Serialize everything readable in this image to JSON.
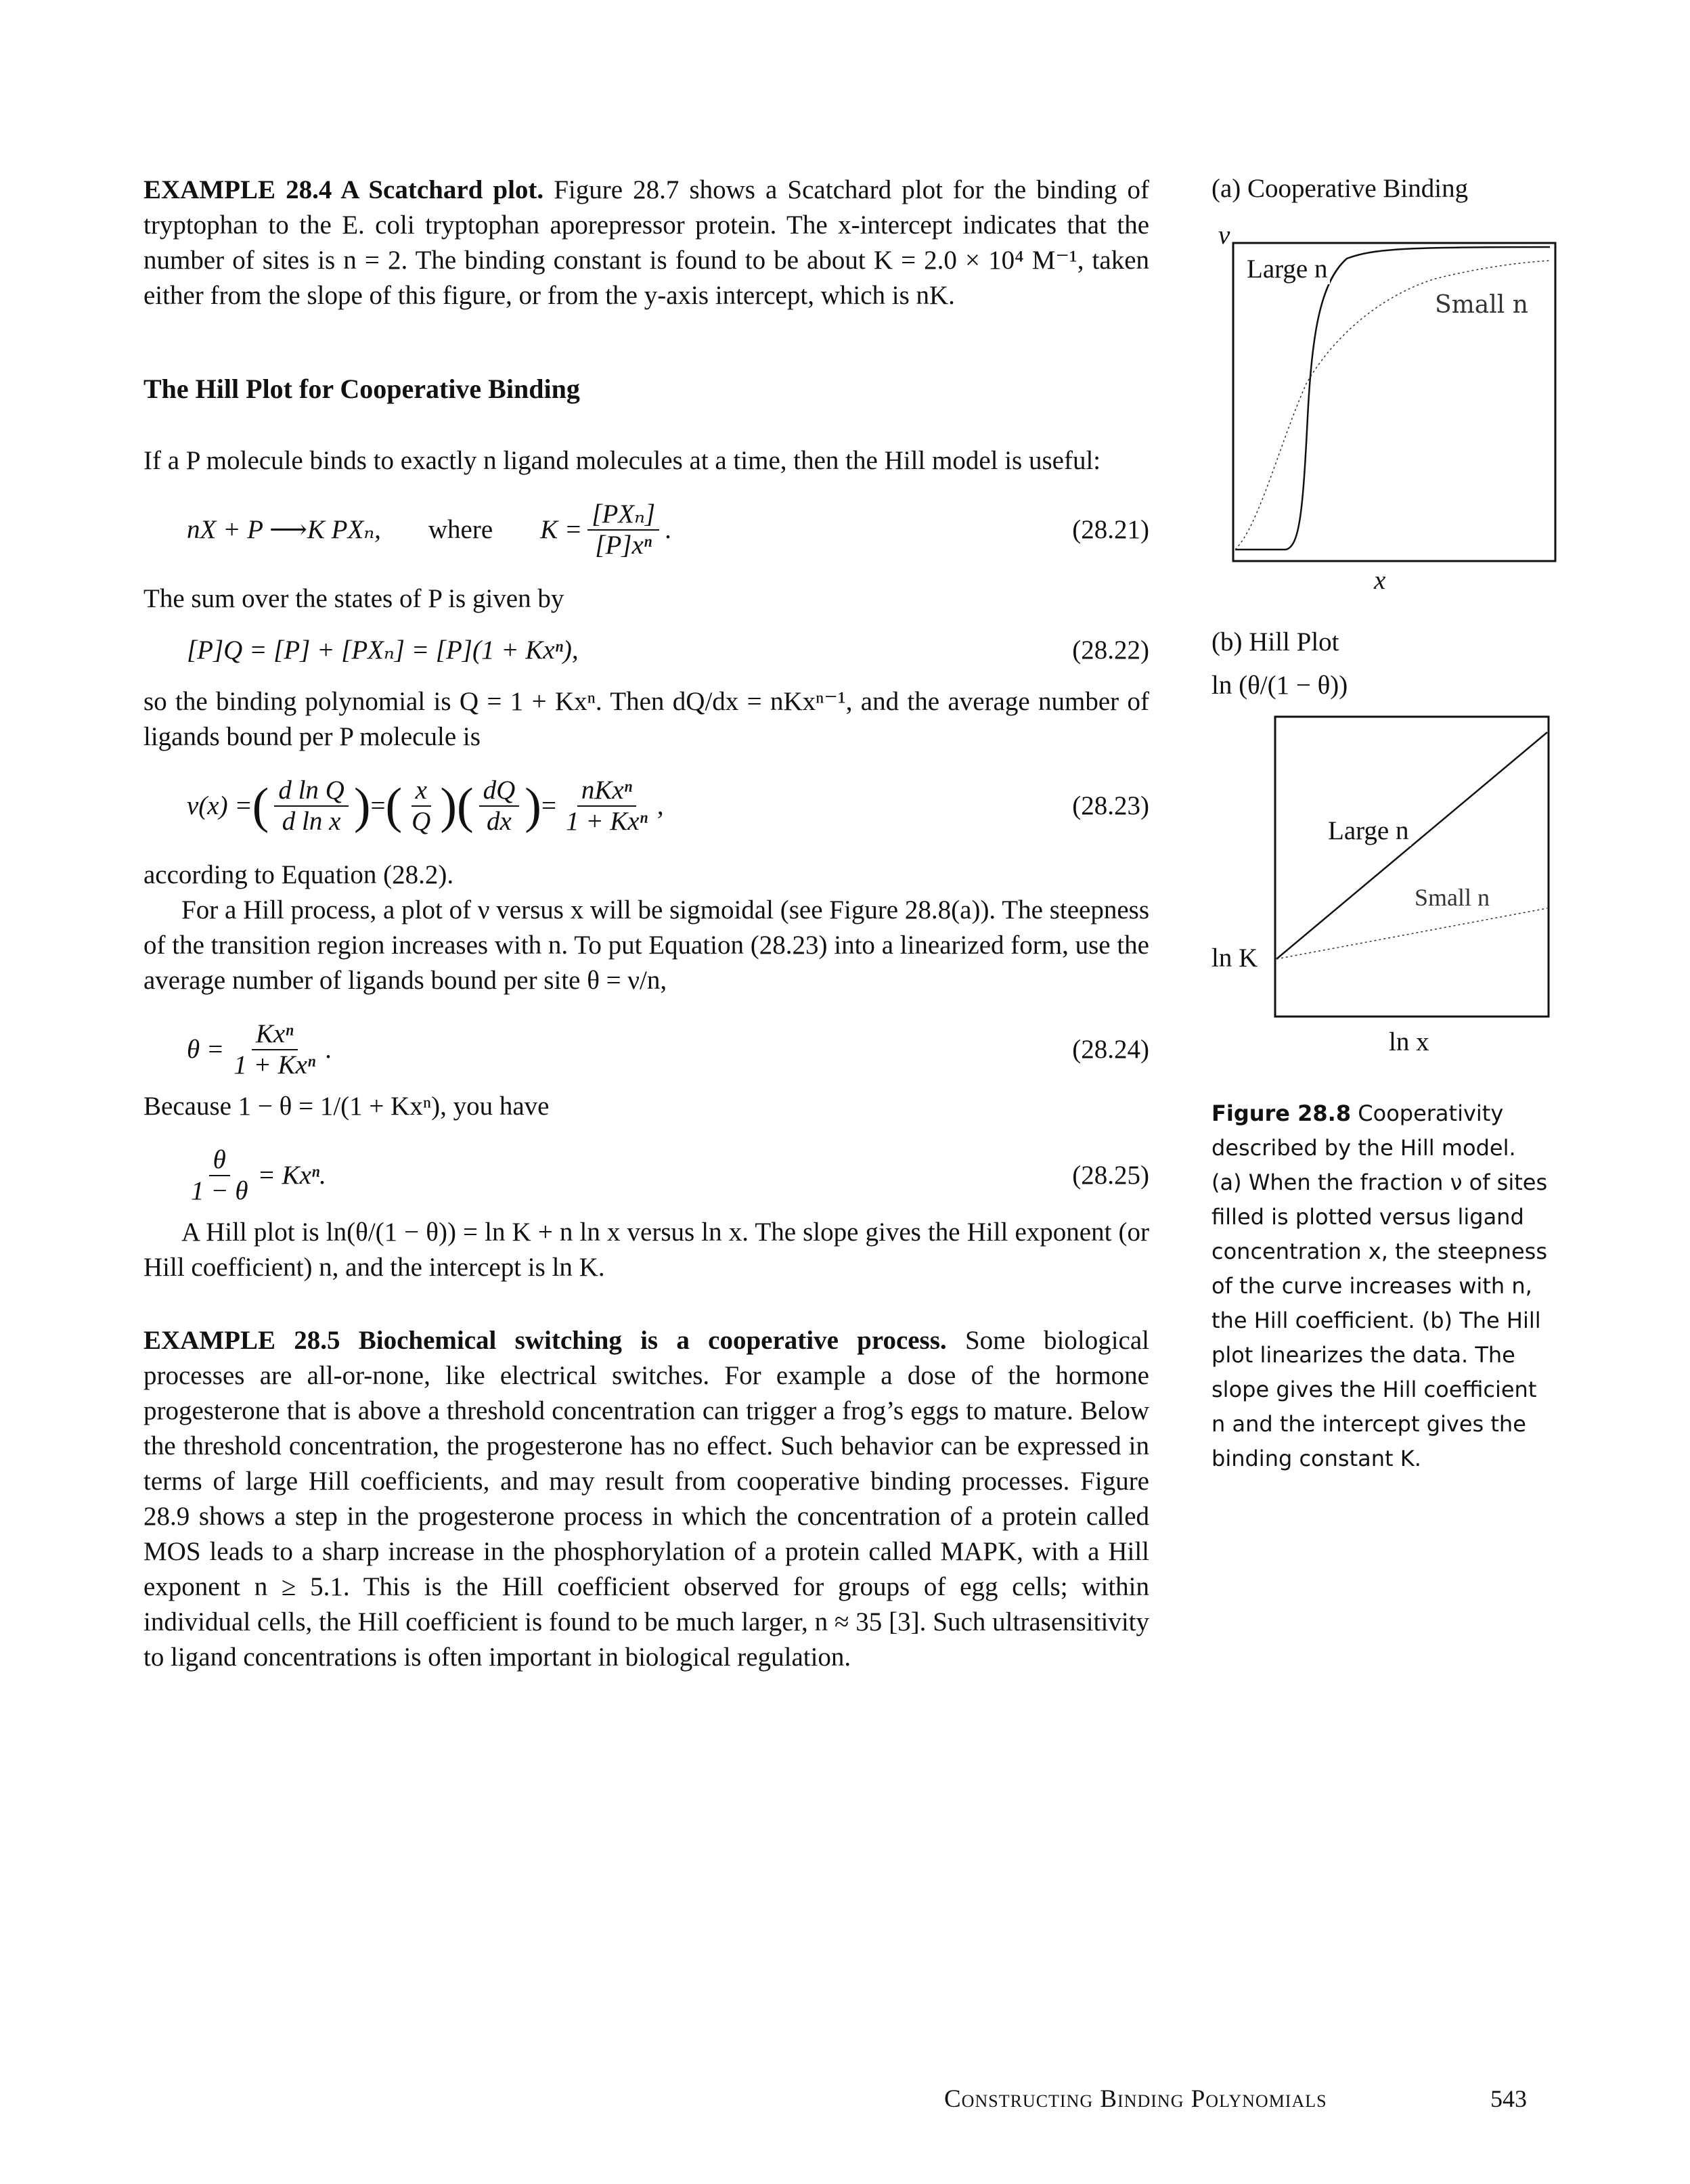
{
  "example_28_4": {
    "heading": "EXAMPLE 28.4 A Scatchard plot.",
    "text": "Figure 28.7 shows a Scatchard plot for the binding of tryptophan to the E. coli tryptophan aporepressor protein. The x-intercept indicates that the number of sites is n = 2. The binding constant is found to be about K = 2.0 × 10⁴ M⁻¹, taken either from the slope of this figure, or from the y-axis intercept, which is nK."
  },
  "section_title": "The Hill Plot for Cooperative Binding",
  "intro": "If a P molecule binds to exactly n ligand molecules at a time, then the Hill model is useful:",
  "eq21": {
    "lhs": "nX + P ⟶K PXₙ,",
    "where": "where",
    "k_lhs": "K =",
    "num": "[PXₙ]",
    "den": "[P]xⁿ",
    "tail": ".",
    "label": "(28.21)"
  },
  "sum_text": "The sum over the states of P is given by",
  "eq22": {
    "body": "[P]Q = [P] + [PXₙ] = [P](1 + Kxⁿ),",
    "label": "(28.22)"
  },
  "poly_text": "so the binding polynomial is Q = 1 + Kxⁿ. Then dQ/dx = nKxⁿ⁻¹, and the average number of ligands bound per P molecule is",
  "eq23": {
    "lhs": "ν(x) =",
    "f1n": "d ln Q",
    "f1d": "d ln x",
    "f2n": "x",
    "f2d": "Q",
    "f3n": "dQ",
    "f3d": "dx",
    "f4n": "nKxⁿ",
    "f4d": "1 + Kxⁿ",
    "eq": "=",
    "tail": ",",
    "label": "(28.23)"
  },
  "according": "according to Equation (28.2).",
  "hill_text": "For a Hill process, a plot of ν versus x will be sigmoidal (see Figure 28.8(a)). The steepness of the transition region increases with n. To put Equation (28.23) into a linearized form, use the average number of ligands bound per site θ = ν/n,",
  "eq24": {
    "lhs": "θ =",
    "num": "Kxⁿ",
    "den": "1 + Kxⁿ",
    "tail": ".",
    "label": "(28.24)"
  },
  "because": "Because 1 − θ = 1/(1 + Kxⁿ), you have",
  "eq25": {
    "num": "θ",
    "den": "1 − θ",
    "rhs": "= Kxⁿ.",
    "label": "(28.25)"
  },
  "hillplot_text": "A Hill plot is ln(θ/(1 − θ)) = ln K + n ln x versus ln x. The slope gives the Hill exponent (or Hill coefficient) n, and the intercept is ln K.",
  "example_28_5": {
    "heading": "EXAMPLE 28.5 Biochemical switching is a cooperative process.",
    "text": "Some biological processes are all-or-none, like electrical switches. For example a dose of the hormone progesterone that is above a threshold concentration can trigger a frog’s eggs to mature. Below the threshold concentration, the progesterone has no effect. Such behavior can be expressed in terms of large Hill coefficients, and may result from cooperative binding processes. Figure 28.9 shows a step in the progesterone process in which the concentration of a protein called MOS leads to a sharp increase in the phosphorylation of a protein called MAPK, with a Hill exponent n ≥ 5.1. This is the Hill coefficient observed for groups of egg cells; within individual cells, the Hill coefficient is found to be much larger, n ≈ 35 [3]. Such ultrasensitivity to ligand concentrations is often important in biological regulation."
  },
  "figure": {
    "panel_a_title": "(a) Cooperative Binding",
    "panel_a_ylabel": "ν",
    "panel_a_xlabel": "x",
    "large_n": "Large n",
    "small_n": "Small n",
    "panel_b_title": "(b) Hill Plot",
    "panel_b_ylabel": "ln (θ/(1 − θ))",
    "panel_b_xlabel": "ln x",
    "panel_b_intercept": "ln K",
    "caption_label": "Figure 28.8",
    "caption_text": "Cooperativity described by the Hill model. (a) When the fraction ν of sites filled is plotted versus ligand concentration x, the steepness of the curve increases with n, the Hill coefficient. (b) The Hill plot linearizes the data. The slope gives the Hill coefficient n and the intercept gives the binding constant K."
  },
  "footer": {
    "title": "Constructing Binding Polynomials",
    "page": "543"
  }
}
